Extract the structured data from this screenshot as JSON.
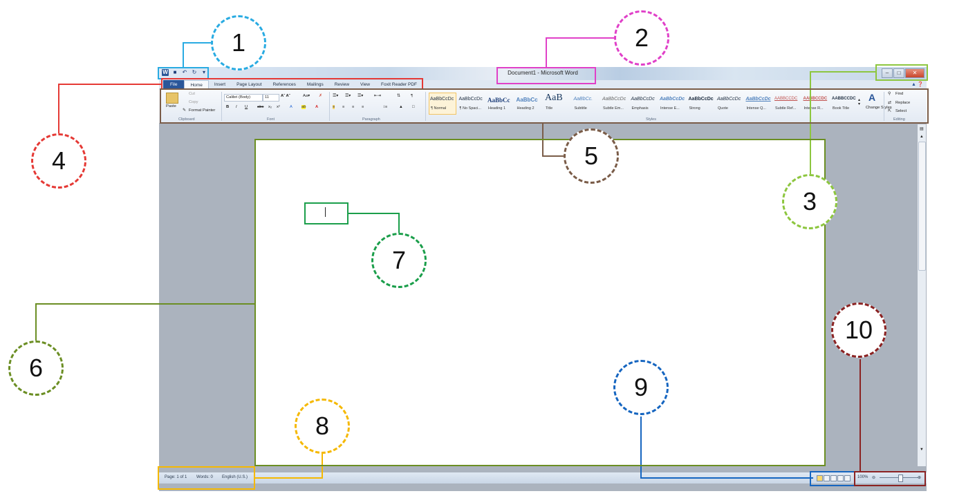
{
  "window": {
    "title": "Document1 - Microsoft Word",
    "tabs": [
      "File",
      "Home",
      "Insert",
      "Page Layout",
      "References",
      "Mailings",
      "Review",
      "View",
      "Foxit Reader PDF"
    ],
    "active_tab": "Home"
  },
  "ribbon": {
    "clipboard": {
      "paste": "Paste",
      "cut": "Cut",
      "copy": "Copy",
      "format_painter": "Format Painter",
      "label": "Clipboard"
    },
    "font": {
      "family": "Calibri (Body)",
      "size": "11",
      "label": "Font"
    },
    "paragraph": {
      "label": "Paragraph"
    },
    "styles": {
      "label": "Styles",
      "items": [
        {
          "preview": "AaBbCcDc",
          "name": "¶ Normal"
        },
        {
          "preview": "AaBbCcDc",
          "name": "¶ No Spaci..."
        },
        {
          "preview": "AaBbCc",
          "name": "Heading 1"
        },
        {
          "preview": "AaBbCc",
          "name": "Heading 2"
        },
        {
          "preview": "AaB",
          "name": "Title"
        },
        {
          "preview": "AaBbCc.",
          "name": "Subtitle"
        },
        {
          "preview": "AaBbCcDc",
          "name": "Subtle Em..."
        },
        {
          "preview": "AaBbCcDc",
          "name": "Emphasis"
        },
        {
          "preview": "AaBbCcDc",
          "name": "Intense E..."
        },
        {
          "preview": "AaBbCcDc",
          "name": "Strong"
        },
        {
          "preview": "AaBbCcDc",
          "name": "Quote"
        },
        {
          "preview": "AaBbCcDc",
          "name": "Intense Q..."
        },
        {
          "preview": "AABBCCDC",
          "name": "Subtle Ref..."
        },
        {
          "preview": "AABBCCDC",
          "name": "Intense R..."
        },
        {
          "preview": "AABBCCDC",
          "name": "Book Title"
        }
      ],
      "change_styles": "Change Styles"
    },
    "editing": {
      "find": "Find",
      "replace": "Replace",
      "select": "Select",
      "label": "Editing"
    }
  },
  "status": {
    "page": "Page: 1 of 1",
    "words": "Words: 0",
    "language": "English (U.S.)",
    "zoom": "100%"
  },
  "callouts": [
    {
      "label": "1",
      "color": "#29abe2"
    },
    {
      "label": "2",
      "color": "#e040c8"
    },
    {
      "label": "3",
      "color": "#8dc63f"
    },
    {
      "label": "4",
      "color": "#e53935"
    },
    {
      "label": "5",
      "color": "#7a5c48"
    },
    {
      "label": "6",
      "color": "#6b8e23"
    },
    {
      "label": "7",
      "color": "#1a9e4a"
    },
    {
      "label": "8",
      "color": "#f5b800"
    },
    {
      "label": "9",
      "color": "#1565c0"
    },
    {
      "label": "10",
      "color": "#8b2222"
    }
  ]
}
